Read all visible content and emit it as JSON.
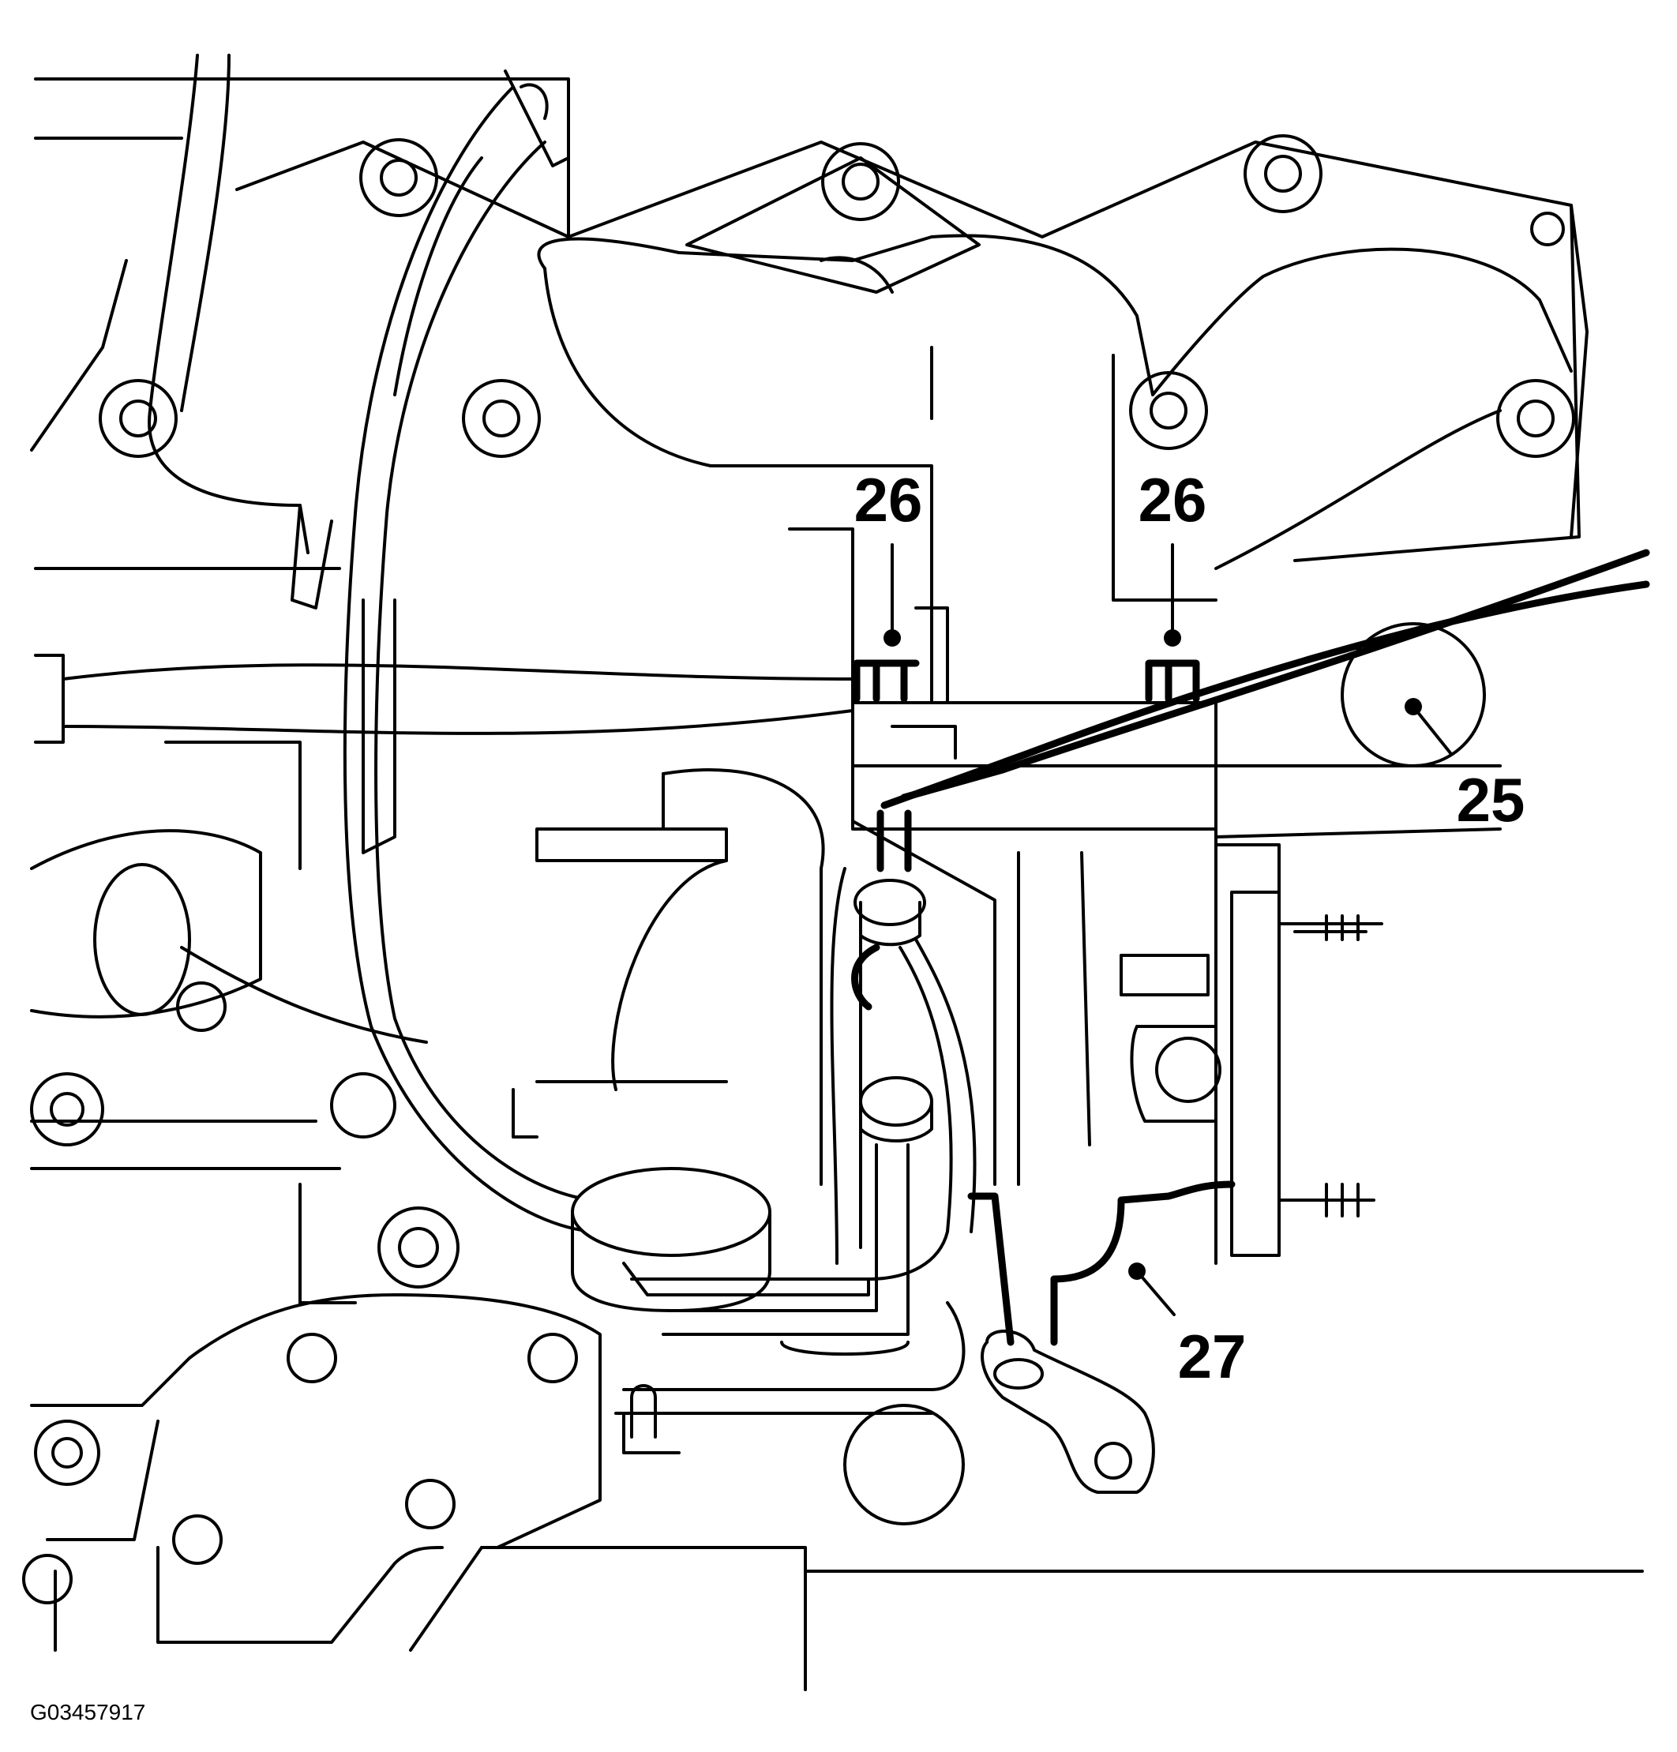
{
  "callouts": [
    {
      "id": "callout-26-left",
      "label": "26"
    },
    {
      "id": "callout-26-right",
      "label": "26"
    },
    {
      "id": "callout-25",
      "label": "25"
    },
    {
      "id": "callout-27",
      "label": "27"
    }
  ],
  "figure_id": "G03457917"
}
